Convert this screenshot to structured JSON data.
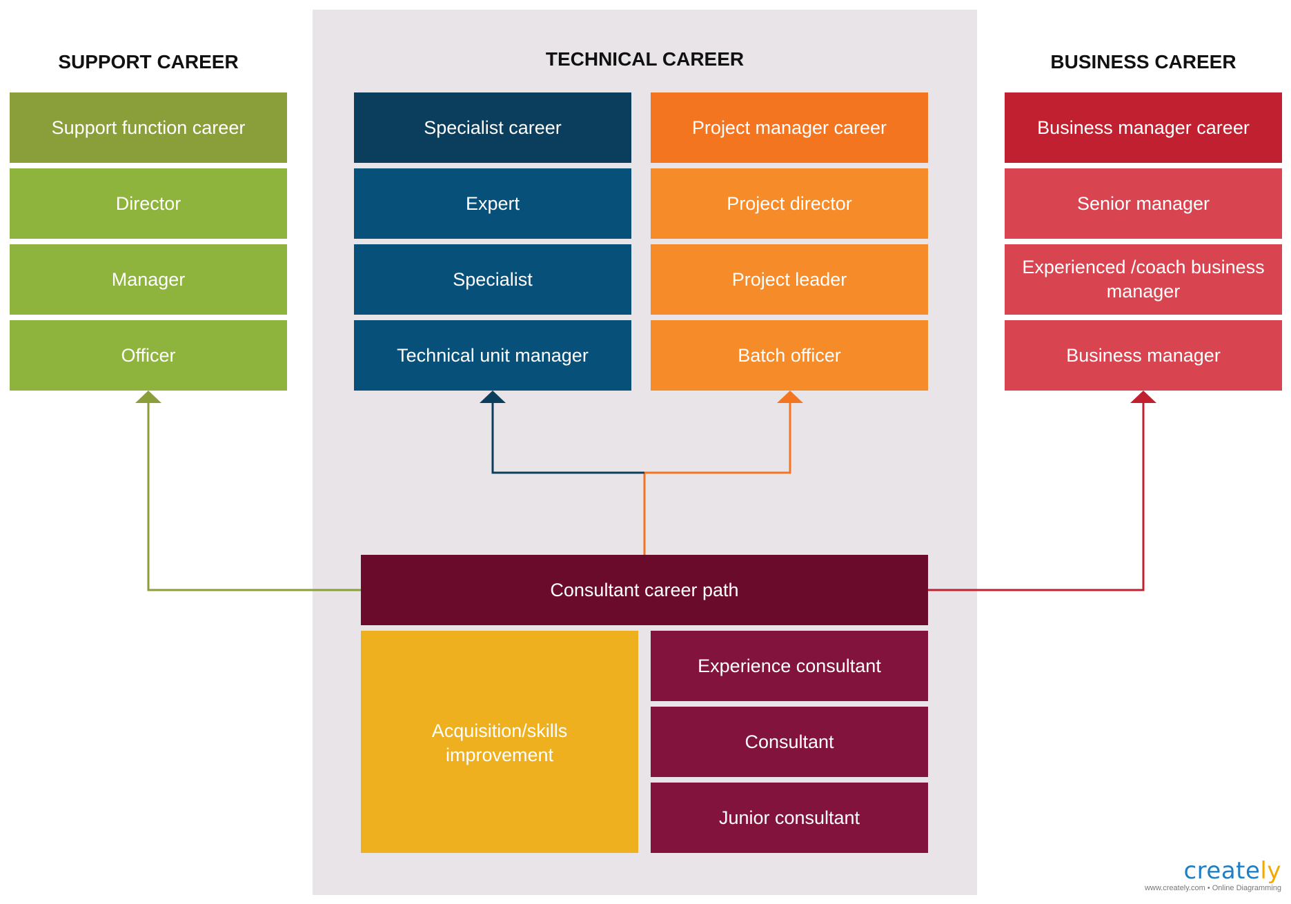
{
  "colors": {
    "panel_bg": "#e8e4e8",
    "support_header": "#8a9e3a",
    "support": "#8fb43e",
    "specialist_header": "#0b3d5c",
    "specialist": "#075079",
    "project_header": "#f47520",
    "project": "#f68b29",
    "business_header": "#c0202f",
    "business": "#d94451",
    "consultant_header": "#6b0b2c",
    "consultant": "#82133c",
    "acquisition": "#efb020"
  },
  "headings": {
    "support": "SUPPORT CAREER",
    "technical": "TECHNICAL CAREER",
    "business": "BUSINESS CAREER"
  },
  "support": {
    "header": "Support function career",
    "items": [
      "Director",
      "Manager",
      "Officer"
    ]
  },
  "specialist": {
    "header": "Specialist career",
    "items": [
      "Expert",
      "Specialist",
      "Technical unit manager"
    ]
  },
  "project": {
    "header": "Project manager career",
    "items": [
      "Project director",
      "Project leader",
      "Batch officer"
    ]
  },
  "business": {
    "header": "Business manager career",
    "items": [
      "Senior manager",
      "Experienced /coach business manager",
      "Business manager"
    ]
  },
  "consultant": {
    "header": "Consultant career path",
    "items": [
      "Experience consultant",
      "Consultant",
      "Junior consultant"
    ],
    "acquisition": "Acquisition/skills improvement"
  },
  "logo": {
    "word_main": "create",
    "word_end": "ly",
    "tagline": "www.creately.com • Online Diagramming"
  }
}
